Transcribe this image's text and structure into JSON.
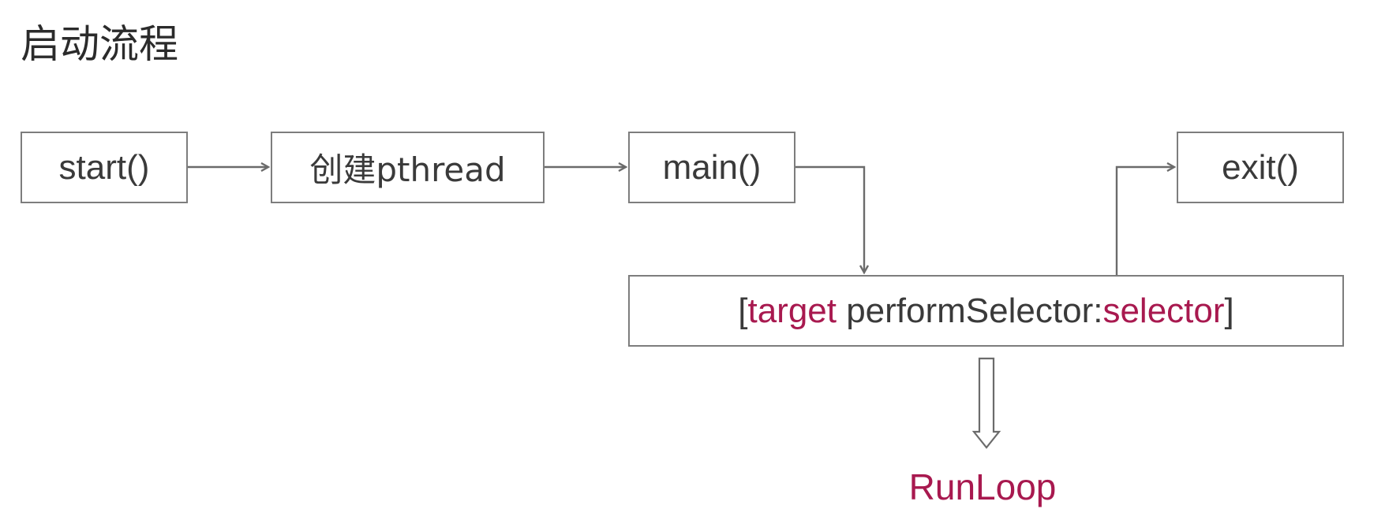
{
  "title": "启动流程",
  "colors": {
    "accent": "#a8194f",
    "text": "#3a3a3a",
    "border": "#7d7d7d",
    "arrow": "#6b6b6b"
  },
  "nodes": {
    "start": "start()",
    "create_pthread": "创建pthread",
    "main": "main()",
    "exit": "exit()",
    "perform_selector": {
      "open_bracket": "[",
      "target": "target",
      "method": " performSelector:",
      "selector": "selector",
      "close_bracket": "]"
    }
  },
  "runloop_label": "RunLoop"
}
